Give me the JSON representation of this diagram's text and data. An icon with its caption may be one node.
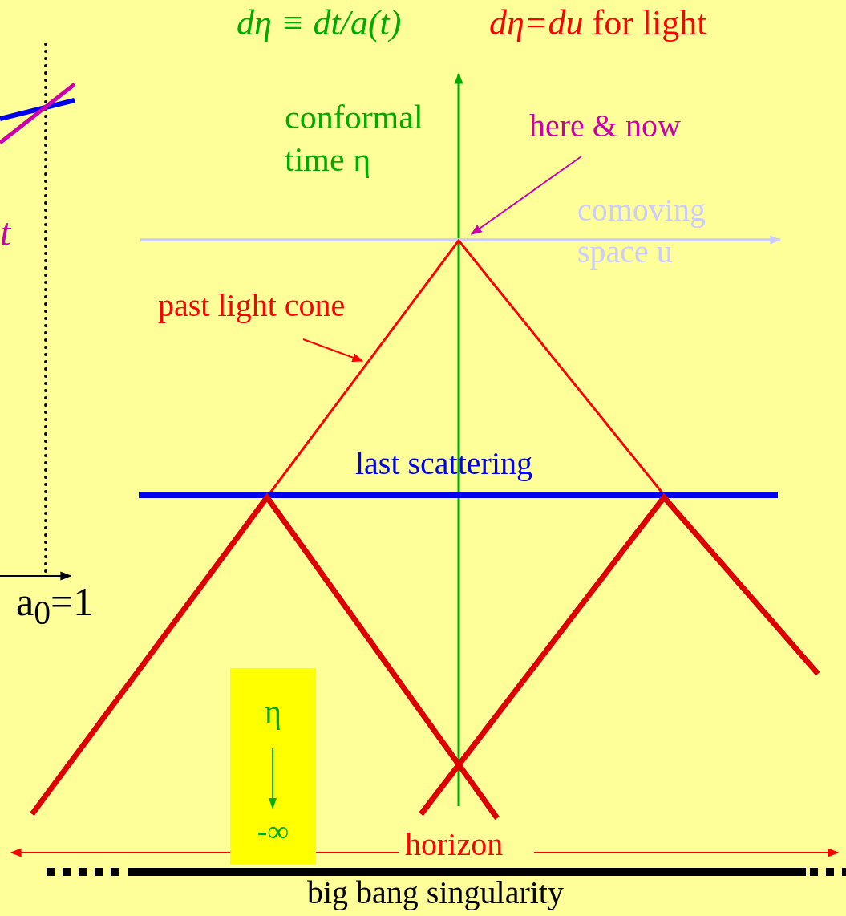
{
  "diagram": {
    "nodes": [
      {
        "text": [
          "here & now"
        ]
      },
      {
        "text": [
          "past light cone"
        ]
      },
      {
        "text": [
          "η",
          "-∞"
        ]
      }
    ],
    "edges": [
      {
        "from": 0,
        "to": null,
        "arrow": "to",
        "color": "#cc00aa"
      },
      {
        "from": 1,
        "to": null,
        "arrow": "to",
        "color": "#ff0000"
      }
    ],
    "labels": [
      "dη ≡ dt/a(t)",
      "*dη=du* for light",
      "conformal time η",
      "comoving space u",
      "t",
      "last scattering",
      "a$_{0}$=1",
      "horizon",
      "big bang singularity"
    ]
  }
}
